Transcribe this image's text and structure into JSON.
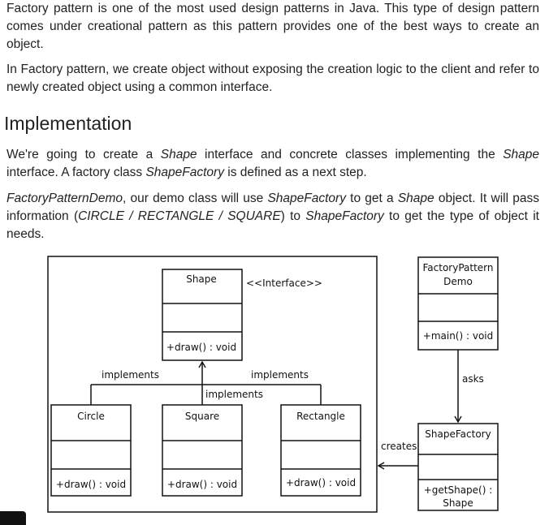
{
  "intro": {
    "p1": "Factory pattern is one of the most used design patterns in Java. This type of design pattern comes under creational pattern as this pattern provides one of the best ways to create an object.",
    "p2": "In Factory pattern, we create object without exposing the creation logic to the client and refer to newly created object using a common interface."
  },
  "section": {
    "heading": "Implementation",
    "p3": {
      "s1": "We're going to create a ",
      "i1": "Shape",
      "s2": " interface and concrete classes implementing the ",
      "i2": "Shape",
      "s3": " interface. A factory class ",
      "i3": "ShapeFactory",
      "s4": " is defined as a next step."
    },
    "p4": {
      "i1": "FactoryPatternDemo",
      "s1": ", our demo class will use ",
      "i2": "ShapeFactory",
      "s2": " to get a ",
      "i3": "Shape",
      "s3": " object. It will pass information (",
      "i4": "CIRCLE / RECTANGLE / SQUARE",
      "s4": ") to ",
      "i5": "ShapeFactory",
      "s5": " to get the type of object it needs."
    }
  },
  "diagram": {
    "shape": {
      "name": "Shape",
      "stereotype": "<<Interface>>",
      "method": "+draw() : void"
    },
    "circle": {
      "name": "Circle",
      "method": "+draw() : void"
    },
    "square": {
      "name": "Square",
      "method": "+draw() : void"
    },
    "rectangle": {
      "name": "Rectangle",
      "method": "+draw() : void"
    },
    "demo": {
      "name_line1": "FactoryPattern",
      "name_line2": "Demo",
      "method": "+main() : void"
    },
    "factory": {
      "name": "ShapeFactory",
      "method_line1": "+getShape() :",
      "method_line2": "Shape"
    },
    "labels": {
      "implements_left": "implements",
      "implements_right": "implements",
      "implements_center": "implements",
      "asks": "asks",
      "creates": "creates"
    }
  }
}
